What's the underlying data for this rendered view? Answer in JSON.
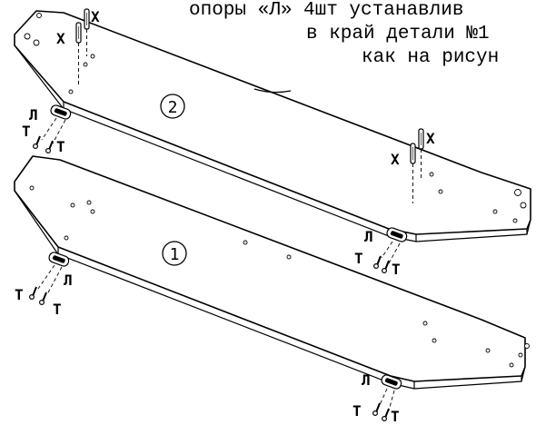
{
  "instruction_lines": [
    "опоры «Л» 4шт устанавлив",
    "в край детали №1",
    "как на рисун"
  ],
  "part_labels": {
    "top_panel": "2",
    "bottom_panel": "1"
  },
  "hardware": {
    "dowel": "Х",
    "glide": "Л",
    "screw": "Т"
  }
}
